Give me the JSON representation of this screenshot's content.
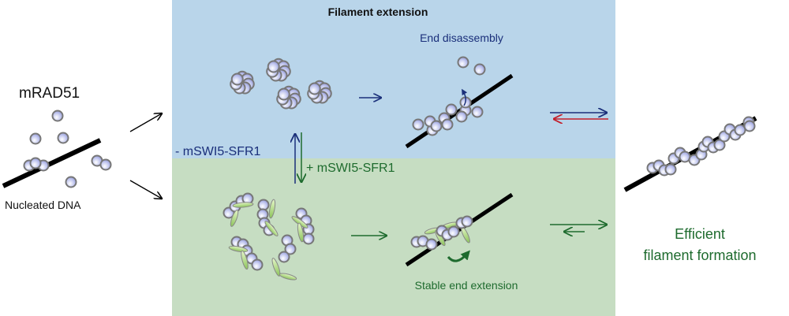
{
  "figure": {
    "left": {
      "protein_label": "mRAD51",
      "dna_label": "Nucleated DNA"
    },
    "panel": {
      "title": "Filament extension",
      "top_condition": "- mSWI5-SFR1",
      "bottom_condition": "+ mSWI5-SFR1",
      "top_step_label": "End disassembly",
      "bottom_step_label": "Stable end extension"
    },
    "right": {
      "result_line1": "Efficient",
      "result_line2": "filament formation"
    },
    "colors": {
      "top_panel_bg": "#b9d5ea",
      "bottom_panel_bg": "#c6ddc2",
      "blue_text": "#1a2f7a",
      "green_text": "#1e6b2e",
      "red_arrow": "#c41e2a",
      "bead_fill": "#c8cdef",
      "bead_stroke": "#7a7a7a",
      "cofactor_fill": "#a8d47c",
      "dna": "#000000"
    }
  }
}
